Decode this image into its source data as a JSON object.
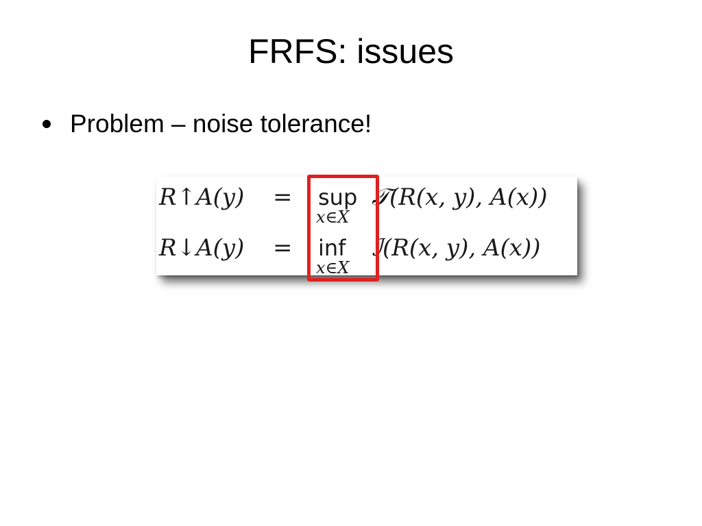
{
  "slide": {
    "title": "FRFS: issues",
    "bullets": [
      {
        "text": "Problem – noise tolerance!"
      }
    ],
    "equation": {
      "rows": [
        {
          "lhs": "R↑A(y)",
          "equals": "=",
          "operator": "sup",
          "subscript": "x∈X",
          "rhs": "𝒯(R(x, y), A(x))"
        },
        {
          "lhs": "R↓A(y)",
          "equals": "=",
          "operator": "inf",
          "subscript": "x∈X",
          "rhs": "ℐ(R(x, y), A(x))"
        }
      ],
      "highlight_color": "#e02020"
    }
  }
}
